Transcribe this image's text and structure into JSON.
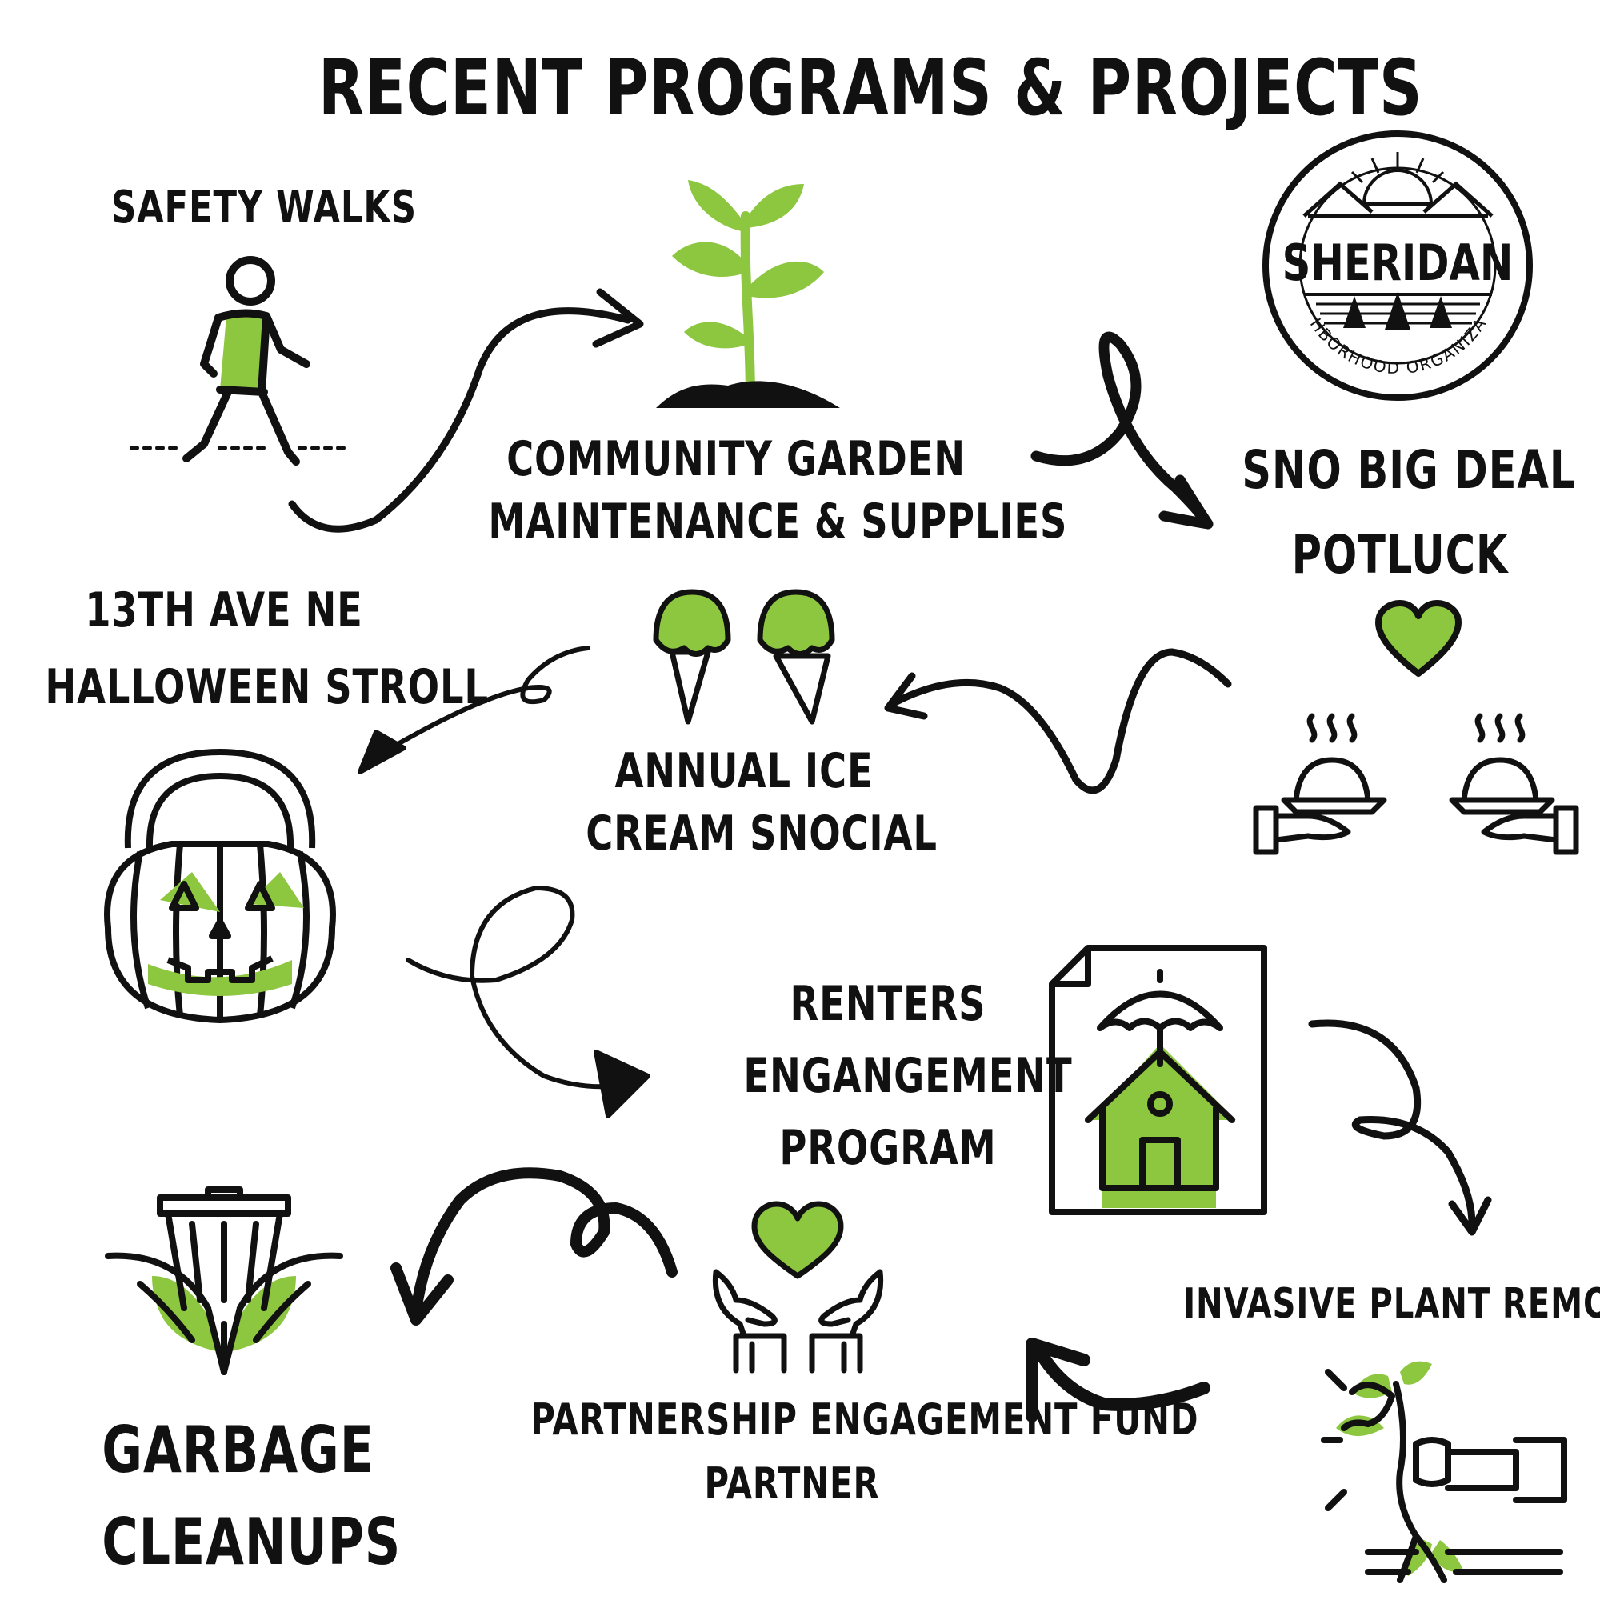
{
  "title": "RECENT PROGRAMS & PROJECTS",
  "accent_color": "#8dc63f",
  "line_color": "#111111",
  "programs": {
    "safety_walks": {
      "lines": [
        "SAFETY WALKS"
      ],
      "icon": "walking-person-icon"
    },
    "community_garden": {
      "lines": [
        "COMMUNITY GARDEN",
        "MAINTENANCE & SUPPLIES"
      ],
      "icon": "sprout-icon"
    },
    "potluck": {
      "lines": [
        "SNO BIG DEAL",
        "POTLUCK"
      ],
      "icon": "shared-food-icon"
    },
    "ice_cream": {
      "lines": [
        "ANNUAL ICE",
        "CREAM SNOCIAL"
      ],
      "icon": "ice-cream-cones-icon"
    },
    "halloween": {
      "lines": [
        "13TH AVE NE",
        "HALLOWEEN STROLL"
      ],
      "icon": "pumpkin-basket-icon"
    },
    "renters": {
      "lines": [
        "RENTERS",
        "ENGANGEMENT",
        "PROGRAM"
      ],
      "icon": "home-insurance-icon"
    },
    "invasive": {
      "lines": [
        "INVASIVE PLANT REMOVAL"
      ],
      "icon": "plant-removal-icon"
    },
    "partnership": {
      "lines": [
        "PARTNERSHIP ENGAGEMENT FUND",
        "PARTNER"
      ],
      "icon": "giving-hands-heart-icon"
    },
    "garbage": {
      "lines": [
        "GARBAGE",
        "CLEANUPS"
      ],
      "icon": "trash-leaves-icon"
    }
  },
  "logo": {
    "name": "SHERIDAN",
    "subtitle": "NEIGHBORHOOD ORGANIZATION",
    "icon": "sheridan-logo"
  }
}
